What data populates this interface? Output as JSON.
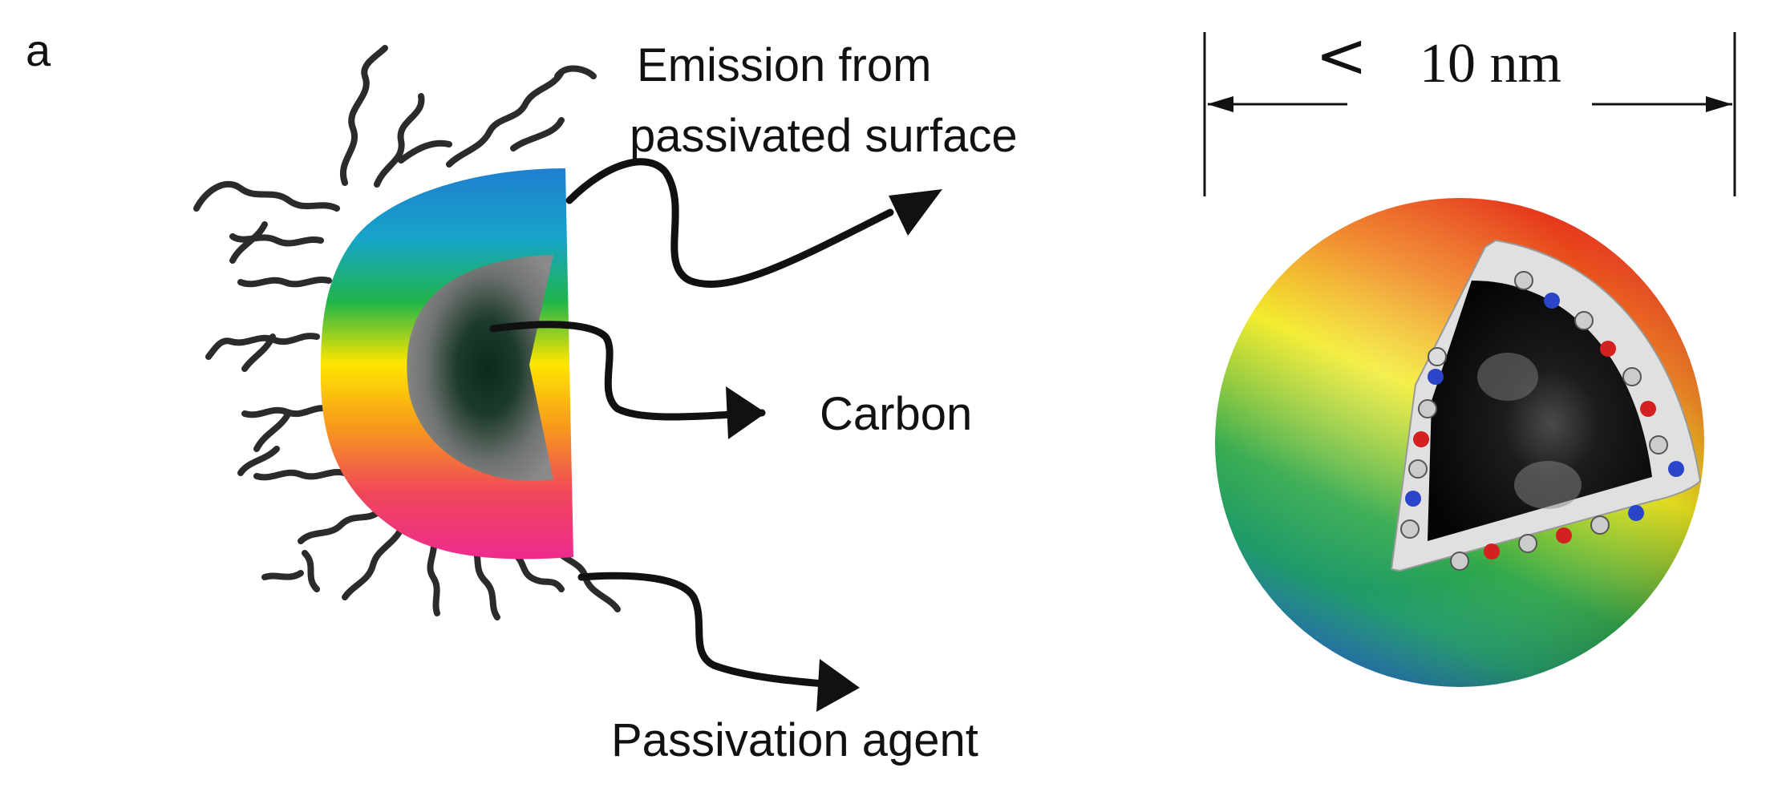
{
  "figure": {
    "panel_label": "a",
    "labels": {
      "emission_line1": "Emission from",
      "emission_line2": "passivated surface",
      "carbon": "Carbon",
      "passivation": "Passivation agent"
    },
    "scale_bar": {
      "comparator": "<",
      "value": "10 nm"
    }
  },
  "colors": {
    "shell_top": "#1f7fd0",
    "shell_green": "#1fb54b",
    "shell_yellow": "#ffe600",
    "shell_orange": "#f79a1c",
    "shell_pink": "#ee2b8f",
    "sphere_red": "#e2231a",
    "sphere_yellow": "#f2ea18",
    "sphere_green": "#2fa84a",
    "sphere_blue": "#1a62b5",
    "core_dark": "#0b2a1c",
    "line_black": "#1a1a1a"
  }
}
